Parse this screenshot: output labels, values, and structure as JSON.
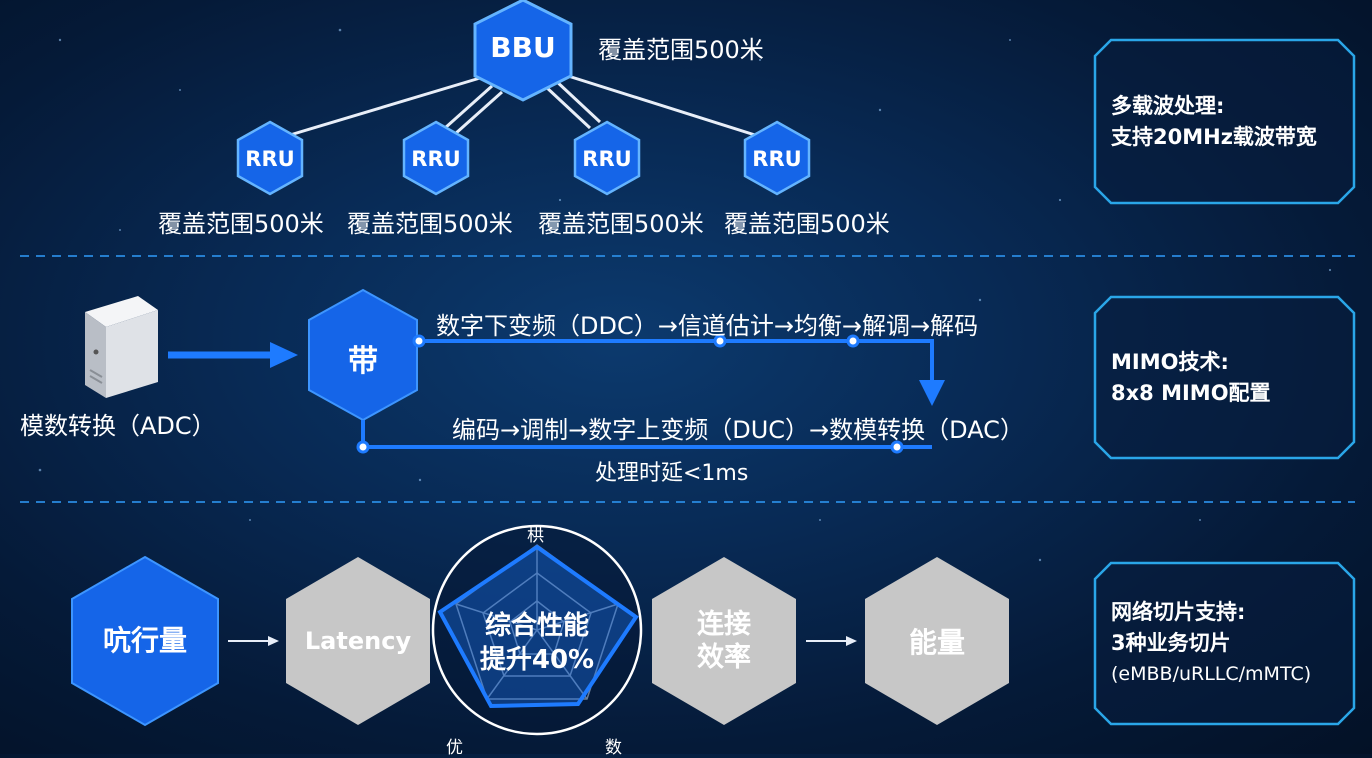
{
  "colors": {
    "accent": "#1e7bff",
    "hex_blue": "#1565e8",
    "hex_gray": "#c7c7c7",
    "panel_border": "#2aa6e8",
    "line": "#e8eef8"
  },
  "top": {
    "bbu": {
      "label": "BBU",
      "coverage": "覆盖范围500米"
    },
    "rru": [
      {
        "label": "RRU",
        "coverage": "覆盖范围500米"
      },
      {
        "label": "RRU",
        "coverage": "覆盖范围500米"
      },
      {
        "label": "RRU",
        "coverage": "覆盖范围500米"
      },
      {
        "label": "RRU",
        "coverage": "覆盖范围500米"
      }
    ]
  },
  "middle": {
    "server_label": "模数转换（ADC）",
    "band_label": "带",
    "upper_chain": "数字下变频（DDC）→信道估计→均衡→解调→解码",
    "lower_chain": "编码→调制→数字上变频（DUC）→数模转换（DAC）",
    "latency": "处理时延<1ms",
    "server_icon": "server-icon"
  },
  "bottom": {
    "throughput": "吭行量",
    "latency_hex": "Latency",
    "radar": {
      "title_line1": "综合性能",
      "title_line2": "提升40%",
      "axis_top": "栱",
      "axis_bottom_left": "优",
      "axis_bottom_right": "数"
    },
    "connection_line1": "连接",
    "connection_line2": "效率",
    "energy": "能量"
  },
  "panels": [
    {
      "lines": [
        "多载波处理:",
        "支持20MHz载波带宽"
      ]
    },
    {
      "lines": [
        "MIMO技术:",
        "8x8 MIMO配置"
      ]
    },
    {
      "lines": [
        "网络切片支持:",
        "3种业务切片",
        "(eMBB/uRLLC/mMTC)"
      ]
    }
  ]
}
